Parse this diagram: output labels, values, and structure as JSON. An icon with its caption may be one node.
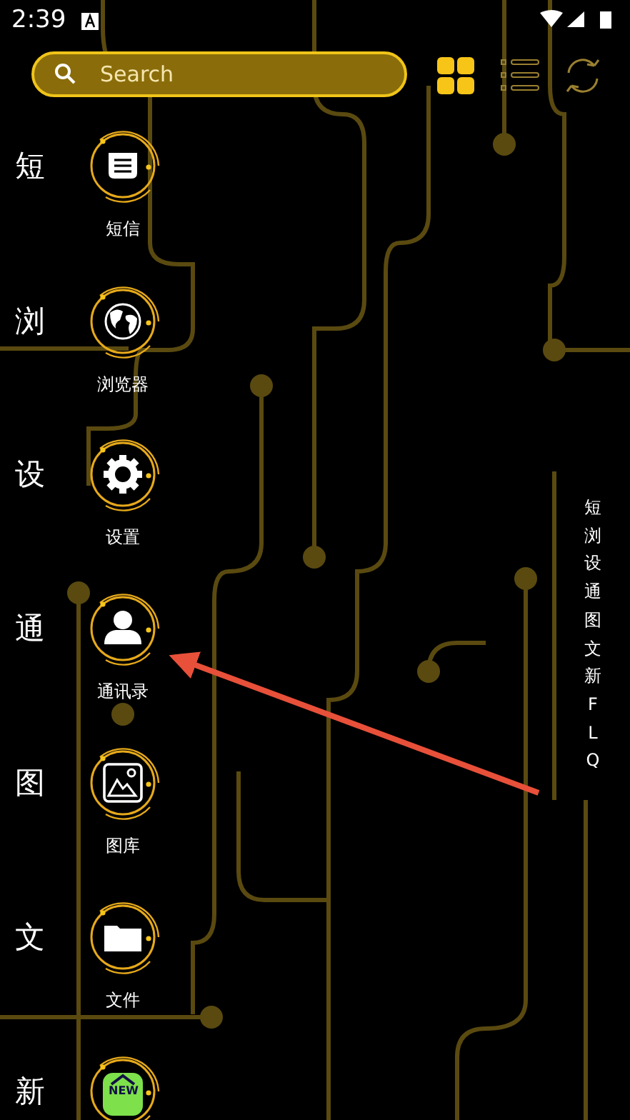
{
  "diagram": {
    "nodes": [
      {
        "text": [
          "短信"
        ]
      },
      {
        "text": [
          "浏览器"
        ]
      },
      {
        "text": [
          "设置"
        ]
      },
      {
        "text": [
          "通讯录"
        ]
      },
      {
        "text": [
          "图库"
        ]
      },
      {
        "text": [
          "文件"
        ]
      },
      {
        "text": [],
        "shape": "circle"
      }
    ],
    "edges": [
      {
        "from": null,
        "to": 3,
        "arrow": "to",
        "color": "#e8503a"
      }
    ],
    "labels": [
      "2:39",
      "Search",
      "短",
      "浏",
      "设",
      "通",
      "图",
      "文",
      "新",
      "短",
      "浏",
      "设",
      "通",
      "图",
      "文",
      "新",
      "F",
      "L",
      "Q",
      "NEW"
    ]
  }
}
